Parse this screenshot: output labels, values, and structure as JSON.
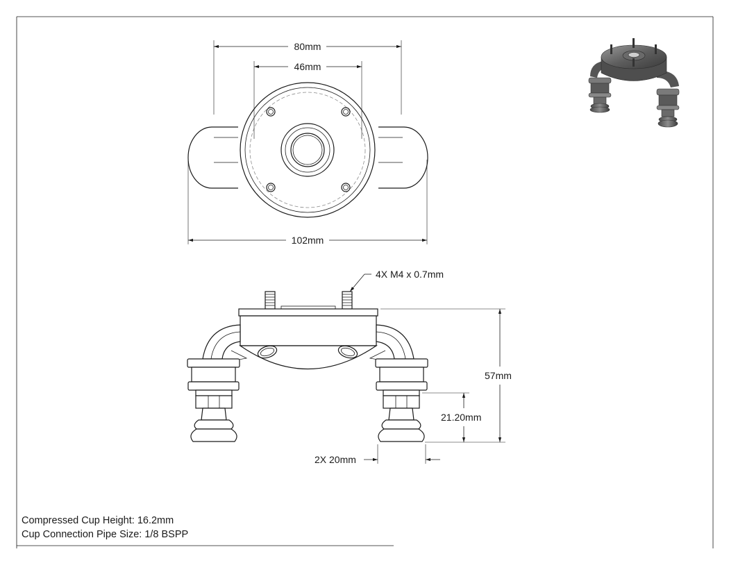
{
  "dimensions": {
    "top_inner_width": "80mm",
    "bolt_spacing": "46mm",
    "overall_width": "102mm",
    "thread_callout": "4X M4 x 0.7mm",
    "overall_height": "57mm",
    "cup_height": "21.20mm",
    "cup_diameter": "2X 20mm"
  },
  "notes": {
    "compressed_cup_height": "Compressed Cup Height: 16.2mm",
    "pipe_size": "Cup Connection Pipe Size: 1/8 BSPP"
  },
  "colors": {
    "line": "#1a1a1a",
    "hidden_line": "#8a8a8a",
    "render_body": "#6e6e6e"
  }
}
